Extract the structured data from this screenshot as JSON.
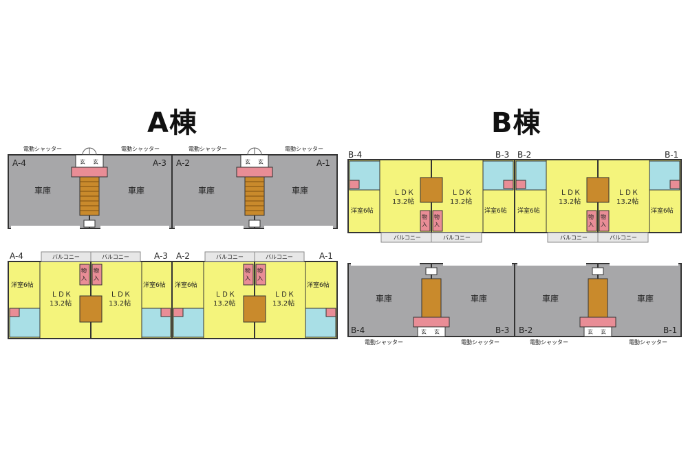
{
  "titles": {
    "a": "A棟",
    "b": "B棟"
  },
  "labels": {
    "garage": "車庫",
    "shutter": "電動シャッター",
    "entrance": "玄",
    "balcony": "バルコニー",
    "storage_1": "物",
    "storage_2": "入",
    "ldk": "ＬＤＫ",
    "ldk_size": "13.2帖",
    "western_room": "洋室6帖"
  },
  "units": {
    "a1": "A-1",
    "a2": "A-2",
    "a3": "A-3",
    "a4": "A-4",
    "b1": "B-1",
    "b2": "B-2",
    "b3": "B-3",
    "b4": "B-4"
  },
  "colors": {
    "garage": "#a7a7a9",
    "ldk": "#f4f47c",
    "bath": "#a9dfe6",
    "storage": "#e98d96",
    "stair": "#c98a2c",
    "balcony": "#e7e7e7"
  }
}
